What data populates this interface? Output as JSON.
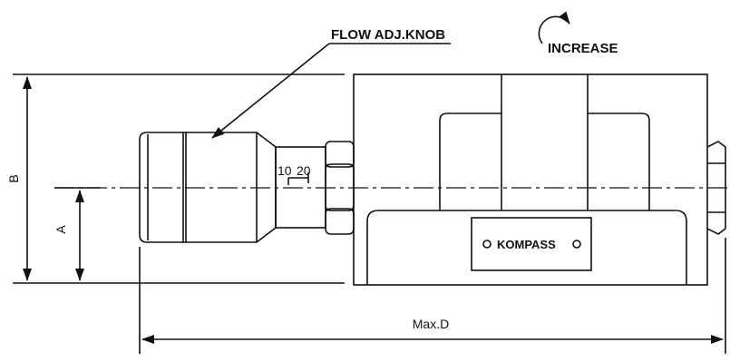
{
  "drawing": {
    "labels": {
      "flow_knob": "FLOW ADJ.KNOB",
      "increase": "INCREASE",
      "scale_10": "10",
      "scale_20": "20",
      "brand": "KOMPASS"
    },
    "dimensions": {
      "b": "B",
      "a": "A",
      "max_d": "Max.D"
    },
    "colors": {
      "line": "#111111",
      "background": "#ffffff"
    }
  }
}
